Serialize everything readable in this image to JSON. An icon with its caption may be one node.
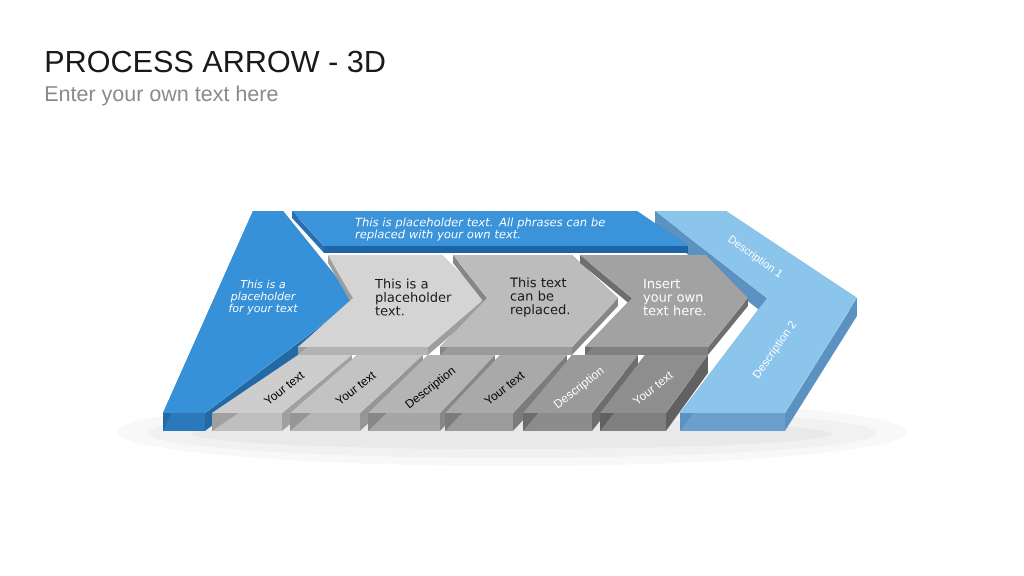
{
  "diagram": {
    "title": "PROCESS ARROW - 3D",
    "nodes": [
      {
        "text": [
          "This is a placeholder for your text"
        ]
      },
      {
        "text": [
          "This is placeholder text. All phrases can be replaced with your own text."
        ]
      },
      {
        "text": [
          "This is a placeholder text."
        ]
      },
      {
        "text": [
          "This text can be replaced."
        ]
      },
      {
        "text": [
          "Insert your own text here."
        ]
      },
      {
        "text": [
          "Your text"
        ]
      },
      {
        "text": [
          "Your text"
        ]
      },
      {
        "text": [
          "Description"
        ]
      },
      {
        "text": [
          "Your text"
        ]
      },
      {
        "text": [
          "Description"
        ]
      },
      {
        "text": [
          "Your text"
        ]
      },
      {
        "text": [
          "Description 1",
          "Description 2"
        ]
      }
    ],
    "labels": [
      "Enter your own text here"
    ]
  }
}
